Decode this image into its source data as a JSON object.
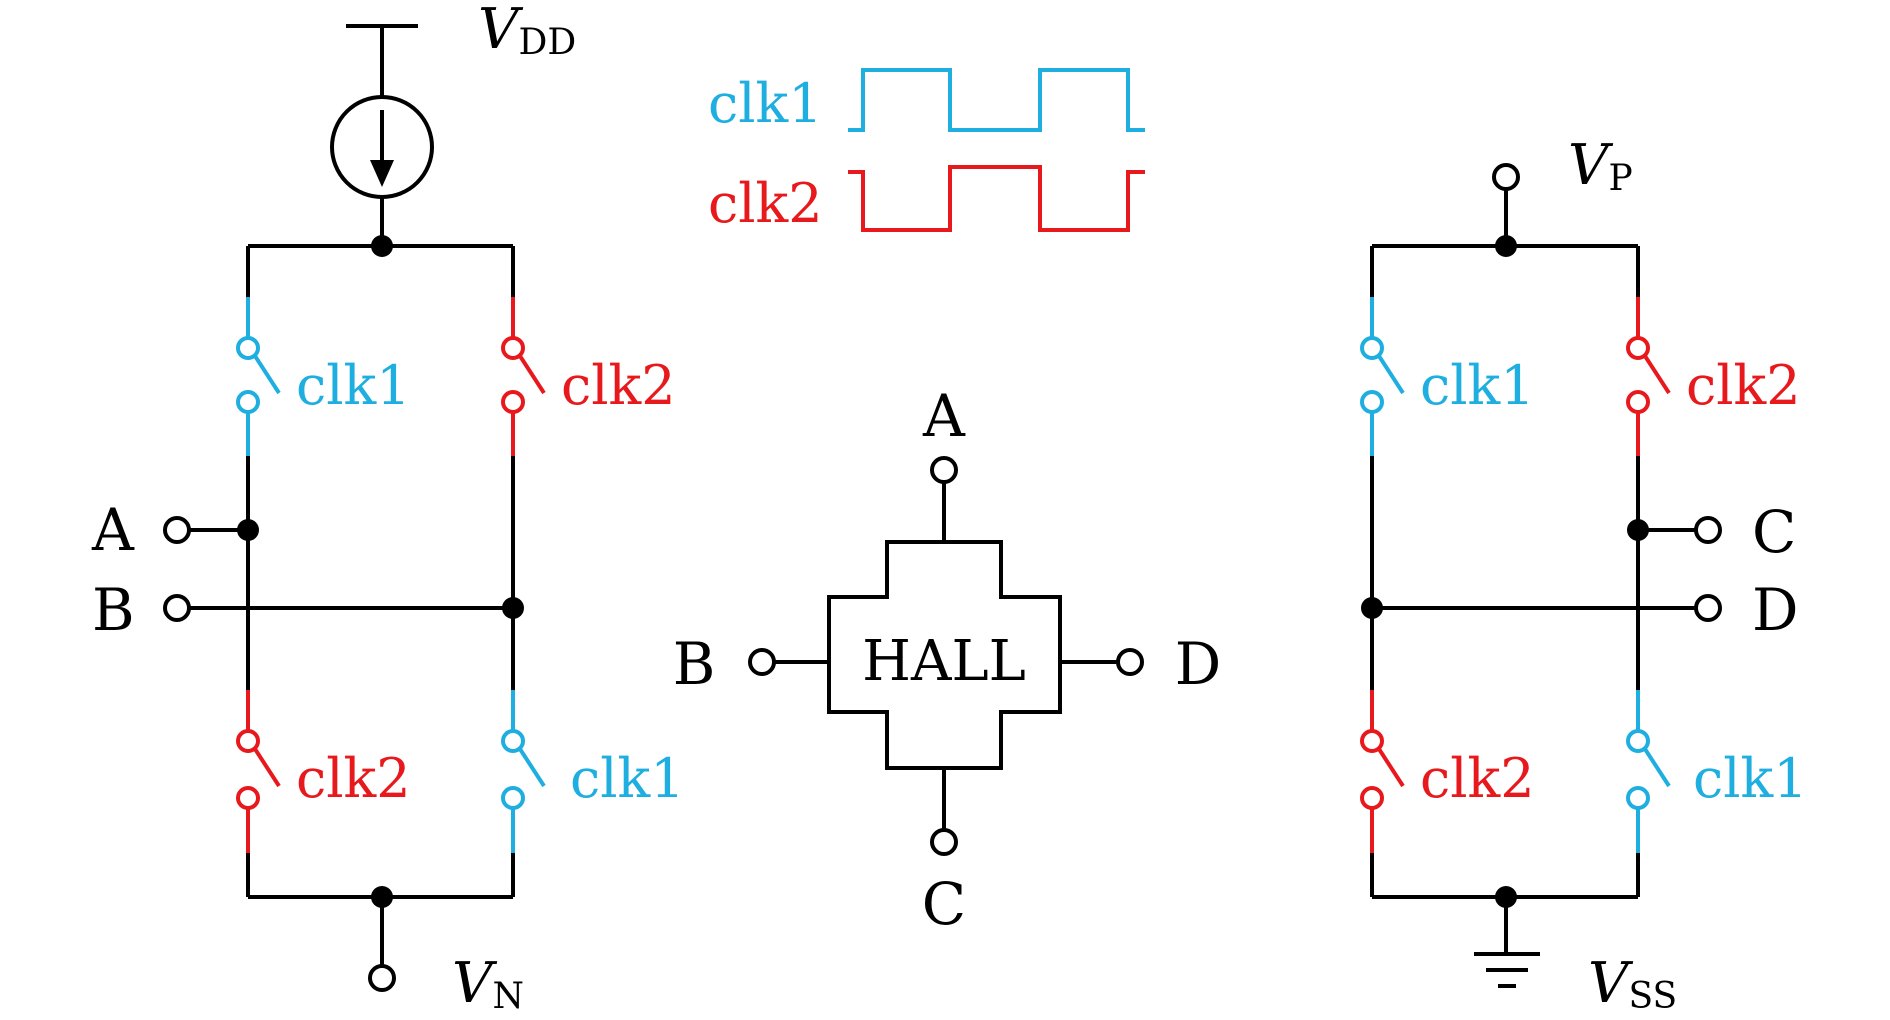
{
  "colors": {
    "wire": "#000000",
    "clk1": "#1EAEE0",
    "clk2": "#E8191C"
  },
  "labels": {
    "vdd_main": "V",
    "vdd_sub": "DD",
    "vn_main": "V",
    "vn_sub": "N",
    "vp_main": "V",
    "vp_sub": "P",
    "vss_main": "V",
    "vss_sub": "SS",
    "clk1": "clk1",
    "clk2": "clk2",
    "hall": "HALL",
    "A": "A",
    "B": "B",
    "C": "C",
    "D": "D"
  },
  "timing": {
    "clk1_label": "clk1",
    "clk2_label": "clk2"
  }
}
